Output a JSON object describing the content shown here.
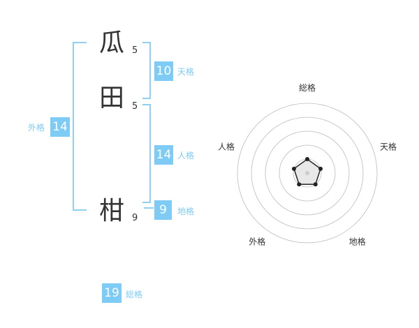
{
  "name": {
    "chars": [
      {
        "kanji": "瓜",
        "strokes": "5"
      },
      {
        "kanji": "田",
        "strokes": "5"
      },
      {
        "kanji": "柑",
        "strokes": "9"
      }
    ]
  },
  "fortune": {
    "tenkaku": {
      "label": "天格",
      "value": "10"
    },
    "jinkaku": {
      "label": "人格",
      "value": "14"
    },
    "chikaku": {
      "label": "地格",
      "value": "9"
    },
    "gaikaku": {
      "label": "外格",
      "value": "14"
    },
    "soukaku": {
      "label": "総格",
      "value": "19"
    }
  },
  "colors": {
    "accent": "#7ecbf5",
    "bracket": "#8fd0f2",
    "text": "#333333"
  },
  "chart_data": {
    "type": "radar",
    "axes": [
      "総格",
      "天格",
      "地格",
      "外格",
      "人格"
    ],
    "rings": 5,
    "values": [
      0.2,
      0.2,
      0.2,
      0.2,
      0.2
    ]
  }
}
